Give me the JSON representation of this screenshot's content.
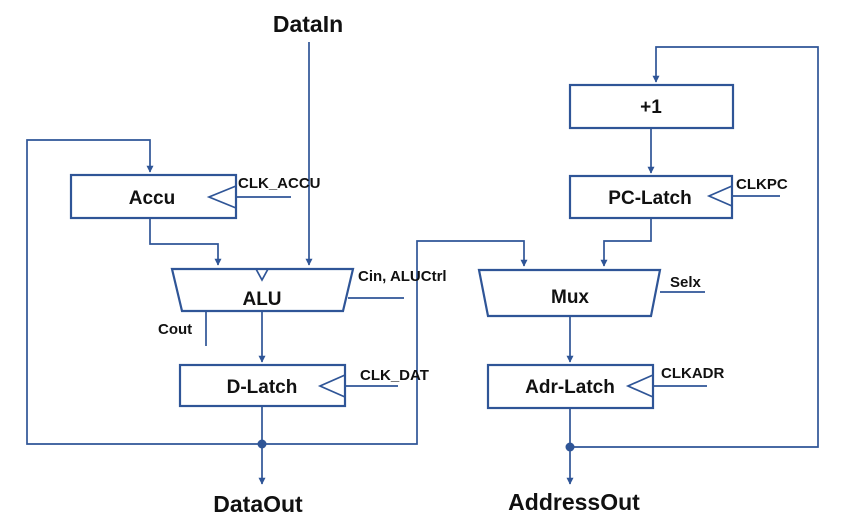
{
  "colors": {
    "wire": "#2F5597",
    "text": "#111111",
    "background": "#ffffff"
  },
  "io": {
    "data_in": "DataIn",
    "data_out": "DataOut",
    "address_out": "AddressOut"
  },
  "blocks": {
    "accu": "Accu",
    "alu": "ALU",
    "d_latch": "D-Latch",
    "plus_one": "+1",
    "pc_latch": "PC-Latch",
    "mux": "Mux",
    "adr_latch": "Adr-Latch"
  },
  "signals": {
    "clk_accu": "CLK_ACCU",
    "cin_aluctrl": "Cin, ALUCtrl",
    "cout": "Cout",
    "clk_dat": "CLK_DAT",
    "clkpc": "CLKPC",
    "selx": "Selx",
    "clkadr": "CLKADR"
  }
}
